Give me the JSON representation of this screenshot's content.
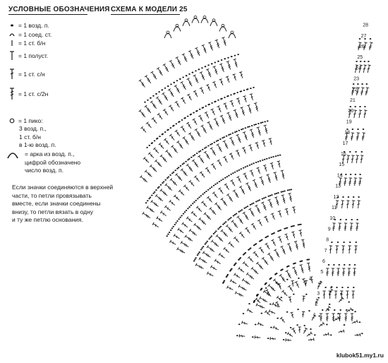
{
  "legend": {
    "title": "УСЛОВНЫЕ ОБОЗНАЧЕНИЯ",
    "items": [
      {
        "icon": "chain-stitch-icon",
        "label": "= 1 возд. п."
      },
      {
        "icon": "slip-stitch-icon",
        "label": "= 1 соед. ст."
      },
      {
        "icon": "single-crochet-icon",
        "label": "= 1 ст. б/н"
      },
      {
        "icon": "half-double-crochet-icon",
        "label": "= 1 полуст."
      },
      {
        "icon": "double-crochet-icon",
        "label": "= 1 ст. с/н"
      },
      {
        "icon": "treble-crochet-icon",
        "label": "= 1 ст. с/2н"
      },
      {
        "icon": "picot-icon",
        "label": "= 1 пико:"
      }
    ],
    "picot_details": [
      "3 возд. п.,",
      "1 ст. б/н",
      "в 1-ю возд. п."
    ],
    "arch": {
      "icon": "arch-icon",
      "lines": [
        "= арка из возд. п.,",
        "цифрой обозначено",
        "число возд. п."
      ]
    },
    "note": [
      "Если значки соединяются в верхней",
      "части, то петли провязывать",
      "вместе, если значки соединены",
      "внизу, то петли вязать в одну",
      "и ту же петлю основания."
    ]
  },
  "scheme": {
    "title": "СХЕМА К МОДЕЛИ 25",
    "row_numbers": [
      "1",
      "2",
      "3",
      "4",
      "5",
      "6",
      "7",
      "8",
      "9",
      "10",
      "11",
      "12",
      "13",
      "14",
      "15",
      "16",
      "17",
      "18",
      "19",
      "20",
      "21",
      "22",
      "23",
      "24",
      "25",
      "26",
      "27",
      "28"
    ]
  },
  "watermark": "klubok51.my1.ru"
}
